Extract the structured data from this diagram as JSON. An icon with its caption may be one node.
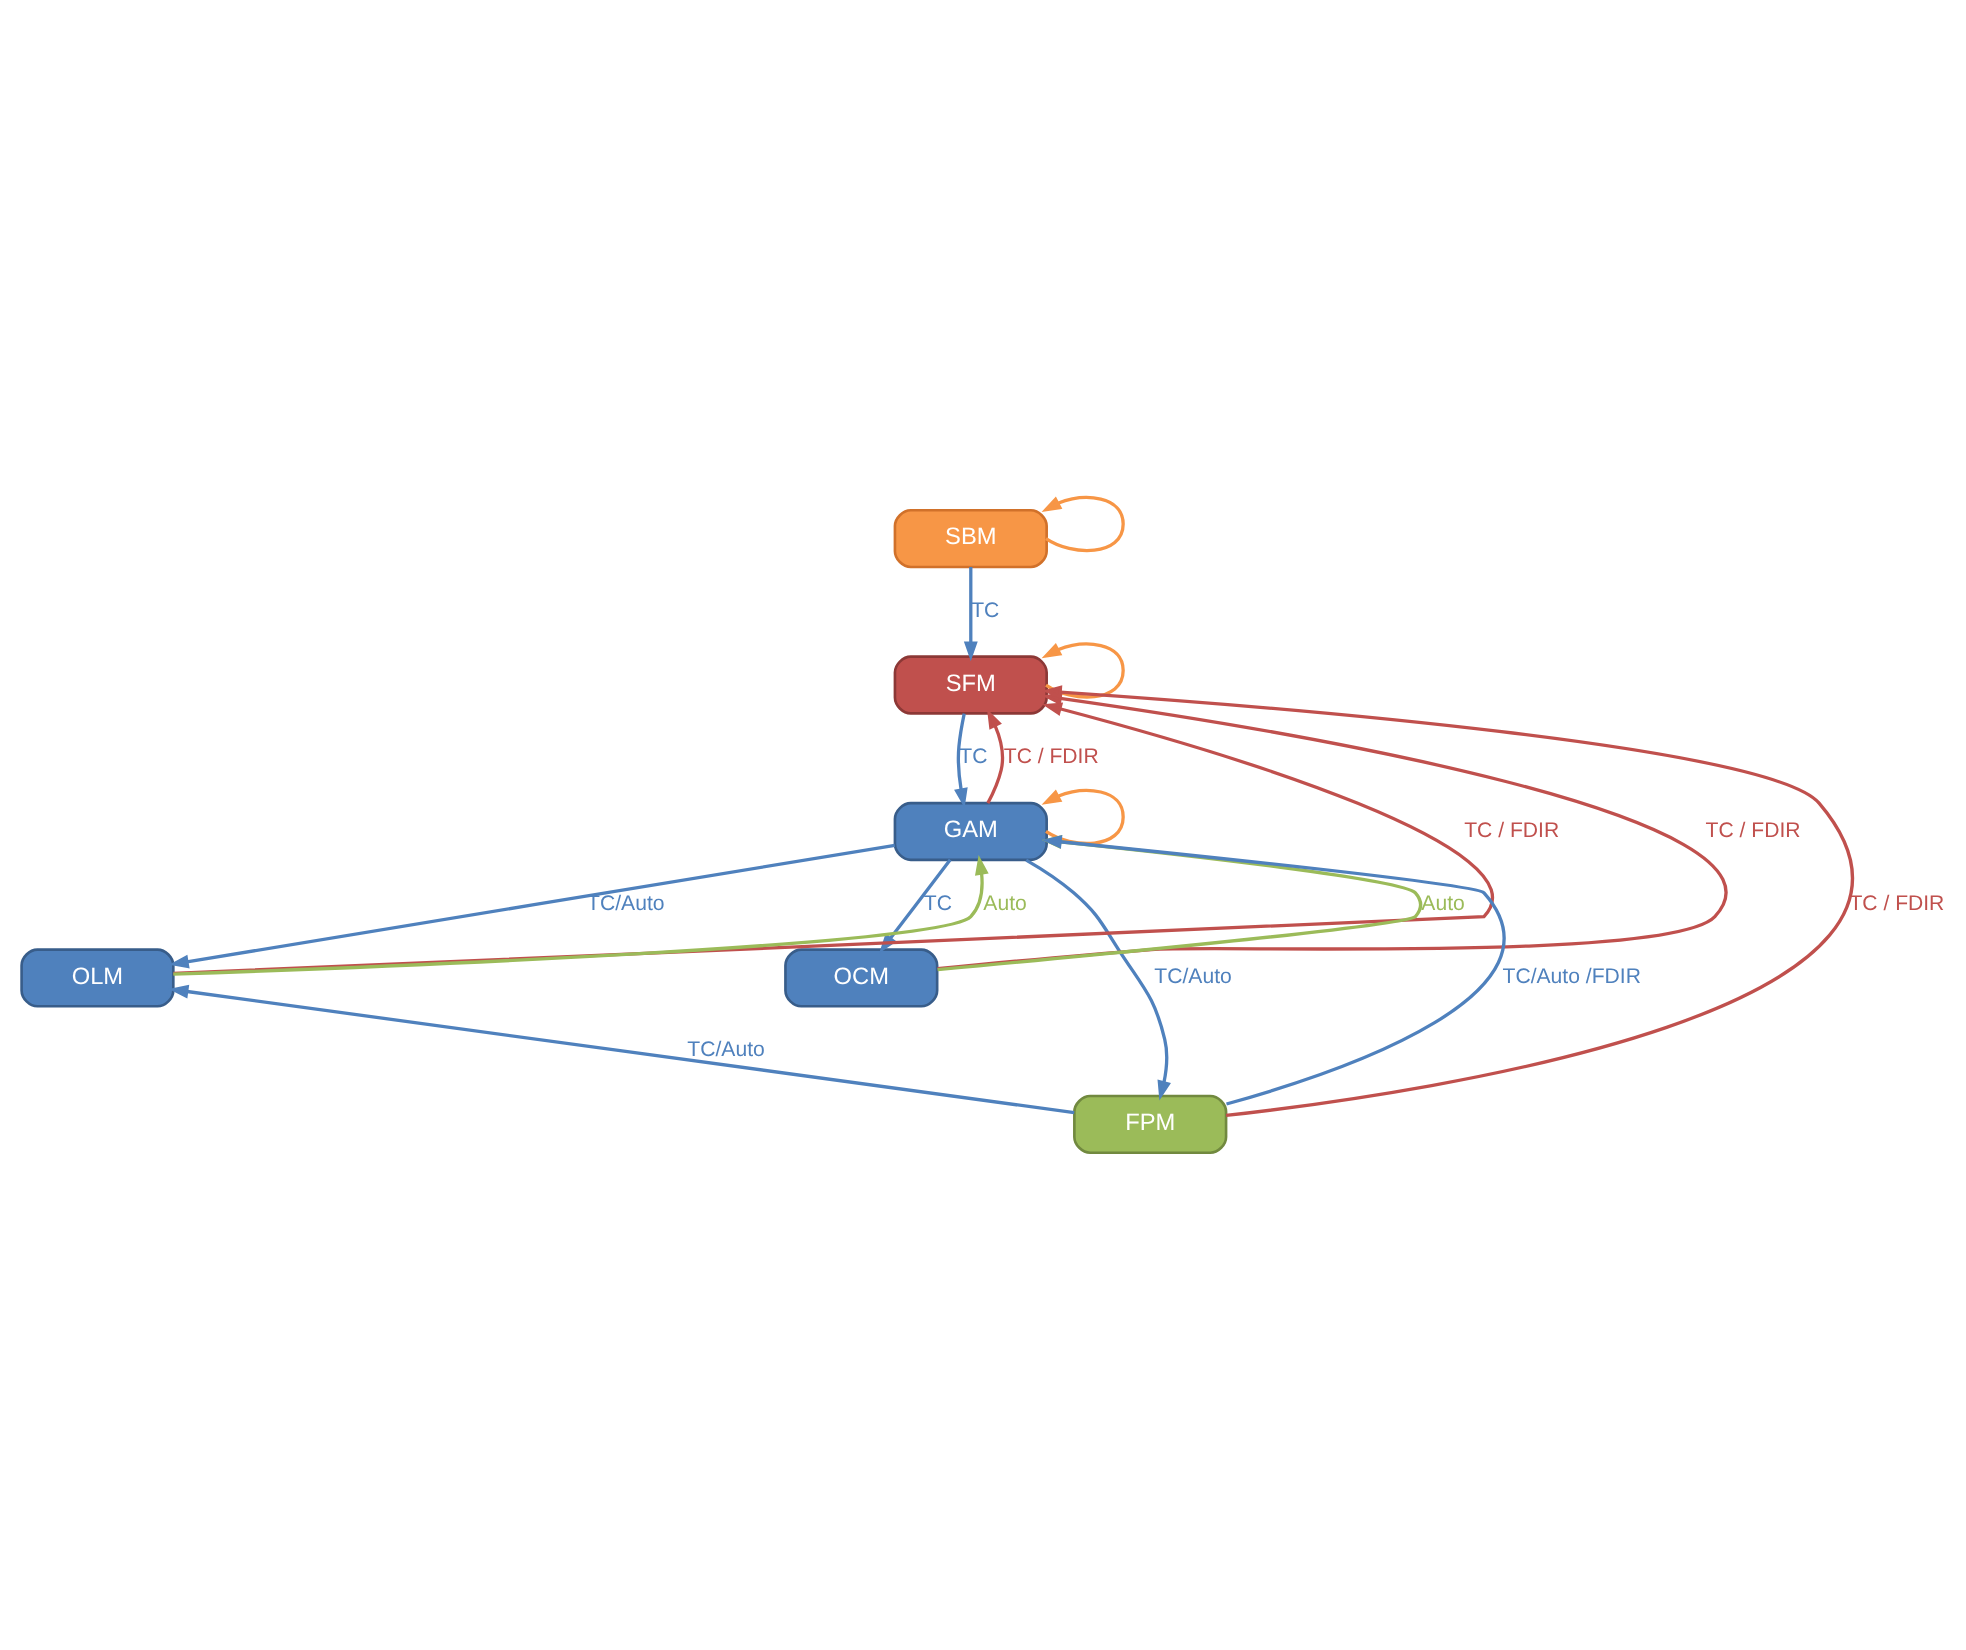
{
  "diagram": {
    "nodes": [
      {
        "text": [
          "SBM"
        ]
      },
      {
        "text": [
          "SFM"
        ]
      },
      {
        "text": [
          "GAM"
        ]
      },
      {
        "text": [
          "OLM"
        ]
      },
      {
        "text": [
          "OCM"
        ]
      },
      {
        "text": [
          "FPM"
        ]
      }
    ],
    "edges": [
      {
        "from": 0,
        "to": 0,
        "arrow": "to",
        "color": "#f79646"
      },
      {
        "from": 0,
        "to": 1,
        "arrow": "to",
        "label": "TC"
      },
      {
        "from": 1,
        "to": 1,
        "arrow": "to",
        "color": "#f79646"
      },
      {
        "from": 1,
        "to": 2,
        "arrow": "to",
        "label": "TC"
      },
      {
        "from": 2,
        "to": 1,
        "arrow": "to",
        "label": "TC / FDIR",
        "color": "#c0504d"
      },
      {
        "from": 2,
        "to": 2,
        "arrow": "to",
        "color": "#f79646"
      },
      {
        "from": 2,
        "to": 3,
        "arrow": "to",
        "label": "TC/Auto"
      },
      {
        "from": 3,
        "to": 2,
        "arrow": "to",
        "label": "Auto",
        "color": "#9bbb59"
      },
      {
        "from": 3,
        "to": 1,
        "arrow": "to",
        "label": "TC / FDIR",
        "color": "#c0504d"
      },
      {
        "from": 2,
        "to": 4,
        "arrow": "to",
        "label": "TC"
      },
      {
        "from": 4,
        "to": 2,
        "arrow": "to",
        "label": "Auto",
        "color": "#9bbb59"
      },
      {
        "from": 4,
        "to": 1,
        "arrow": "to",
        "label": "TC / FDIR",
        "color": "#c0504d"
      },
      {
        "from": 2,
        "to": 5,
        "arrow": "to",
        "label": "TC/Auto"
      },
      {
        "from": 5,
        "to": 2,
        "arrow": "to",
        "label": "TC/Auto /FDIR"
      },
      {
        "from": 5,
        "to": 3,
        "arrow": "to",
        "label": "TC/Auto"
      },
      {
        "from": 5,
        "to": 1,
        "arrow": "to",
        "label": "TC / FDIR",
        "color": "#c0504d"
      }
    ]
  }
}
